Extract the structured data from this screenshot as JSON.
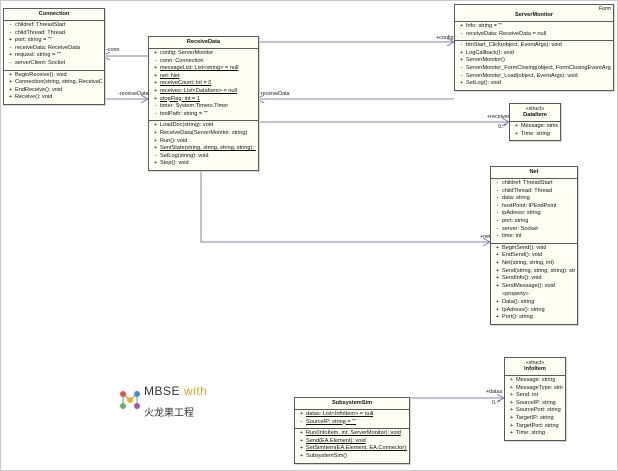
{
  "classes": {
    "connection": {
      "name": "Connection",
      "attributes": [
        {
          "v": "-",
          "t": "childref: ThreadStart"
        },
        {
          "v": "-",
          "t": "childThread: Thread"
        },
        {
          "v": "+",
          "t": "port: string = \"\""
        },
        {
          "v": "-",
          "t": "receiveData: ReceiveData"
        },
        {
          "v": "+",
          "t": "request: string = \"\""
        },
        {
          "v": "-",
          "t": "serverClient: Socket"
        }
      ],
      "operations": [
        {
          "v": "+",
          "t": "BeginReceive(): void"
        },
        {
          "v": "+",
          "t": "Connection(string, string, ReceiveData)"
        },
        {
          "v": "+",
          "t": "EndReceive(): void"
        },
        {
          "v": "+",
          "t": "Receive(): void"
        }
      ]
    },
    "receive_data": {
      "name": "ReceiveData",
      "attributes": [
        {
          "v": "+",
          "t": "config: ServerMonitor"
        },
        {
          "v": "-",
          "t": "conn: Connection"
        },
        {
          "v": "+",
          "t": "messageList: List<string> = null",
          "ul": true
        },
        {
          "v": "+",
          "t": "net: Net",
          "ul": true
        },
        {
          "v": "+",
          "t": "receiveCount: int = 0",
          "ul": true
        },
        {
          "v": "+",
          "t": "receives: List<DataItem> = null",
          "ul": true
        },
        {
          "v": "+",
          "t": "stopFlag: int = 1",
          "ul": true
        },
        {
          "v": "-",
          "t": "timer: System.Timers.Timer"
        },
        {
          "v": "-",
          "t": "toolPath: string = \"\""
        }
      ],
      "operations": [
        {
          "v": "+",
          "t": "LoadDoc(string): void"
        },
        {
          "v": "+",
          "t": "ReceiveData(ServerMonitor, string)"
        },
        {
          "v": "+",
          "t": "Run(): void"
        },
        {
          "v": "+",
          "t": "SentState(string, string, string, string): void",
          "ul": true
        },
        {
          "v": "-",
          "t": "SetLog(string): void"
        },
        {
          "v": "+",
          "t": "Stop(): void"
        }
      ]
    },
    "server_monitor": {
      "name": "ServerMonitor",
      "corner": "Form",
      "attributes": [
        {
          "v": "+",
          "t": "Info: string = \"\""
        },
        {
          "v": "-",
          "t": "receiveData: ReceiveData = null"
        }
      ],
      "operations": [
        {
          "v": "-",
          "t": "btnStart_Click(object, EventArgs): void"
        },
        {
          "v": "+",
          "t": "LogCallback(): void"
        },
        {
          "v": "+",
          "t": "ServerMonitor()"
        },
        {
          "v": "-",
          "t": "ServerMonitor_FormClosing(object, FormClosingEventArgs): void"
        },
        {
          "v": "-",
          "t": "ServerMonitor_Load(object, EventArgs): void"
        },
        {
          "v": "+",
          "t": "SetLog(): void"
        }
      ]
    },
    "data_item": {
      "name": "DataItem",
      "stereotype": "«struct»",
      "attributes": [
        {
          "v": "+",
          "t": "Message: string"
        },
        {
          "v": "+",
          "t": "Time: string"
        }
      ]
    },
    "net": {
      "name": "Net",
      "attributes": [
        {
          "v": "-",
          "t": "childref: ThreadStart"
        },
        {
          "v": "-",
          "t": "childThread: Thread"
        },
        {
          "v": "-",
          "t": "data: string"
        },
        {
          "v": "-",
          "t": "hostPoint: IPEndPoint"
        },
        {
          "v": "-",
          "t": "ipAdress: string"
        },
        {
          "v": "-",
          "t": "port: string"
        },
        {
          "v": "-",
          "t": "server: Socket"
        },
        {
          "v": "-",
          "t": "time: int"
        }
      ],
      "operations": [
        {
          "v": "+",
          "t": "BeginSend(): void"
        },
        {
          "v": "+",
          "t": "EndSend(): void"
        },
        {
          "v": "+",
          "t": "Net(string, string, int)"
        },
        {
          "v": "+",
          "t": "Send(string, string, string): string"
        },
        {
          "v": "+",
          "t": "SendInfo(): void"
        },
        {
          "v": "+",
          "t": "SendMessage(): void"
        }
      ],
      "property_label": "«property»",
      "properties": [
        {
          "v": "+",
          "t": "Data(): string"
        },
        {
          "v": "+",
          "t": "IpAdress(): string"
        },
        {
          "v": "+",
          "t": "Port(): string"
        }
      ]
    },
    "subsystem_sim": {
      "name": "SubsystemSim",
      "attributes": [
        {
          "v": "+",
          "t": "datas: List<InfoItem> = null",
          "ul": true
        },
        {
          "v": "-",
          "t": "SourceIP: string = \"\"",
          "ul": true
        }
      ],
      "operations": [
        {
          "v": "+",
          "t": "Run(InfoItem, int, ServerMonitor): void",
          "ul": true
        },
        {
          "v": "+",
          "t": "Send(EA.Element): void",
          "ul": true
        },
        {
          "v": "+",
          "t": "SetSimItem(EA.Element, EA.Connector): void",
          "ul": true
        },
        {
          "v": "+",
          "t": "SubsystemSim()"
        }
      ]
    },
    "info_item": {
      "name": "InfoItem",
      "stereotype": "«struct»",
      "attributes": [
        {
          "v": "+",
          "t": "Message: string"
        },
        {
          "v": "+",
          "t": "MessageType: string"
        },
        {
          "v": "+",
          "t": "Send: int"
        },
        {
          "v": "+",
          "t": "SourceIP: string"
        },
        {
          "v": "+",
          "t": "SourcePort: string"
        },
        {
          "v": "+",
          "t": "TargetIP: string"
        },
        {
          "v": "+",
          "t": "TargetPort: string"
        },
        {
          "v": "+",
          "t": "Time: string"
        }
      ]
    }
  },
  "associations": {
    "conn": "-conn",
    "receive_data_1": "-receiveData",
    "receive_data_2": "-receiveData",
    "config": "+config",
    "receives": "+receives",
    "receives_mult": "0..*",
    "net": "+net",
    "datas": "+datas",
    "datas_mult": "0..*"
  },
  "logo": {
    "brand": "MBSE",
    "with": "with",
    "chinese": "火龙果工程"
  },
  "colors": {
    "class_fill": "#fffef2",
    "class_border": "#5a5a5a",
    "connector": "#7f86b8",
    "logo_accent": "#e8a020"
  }
}
